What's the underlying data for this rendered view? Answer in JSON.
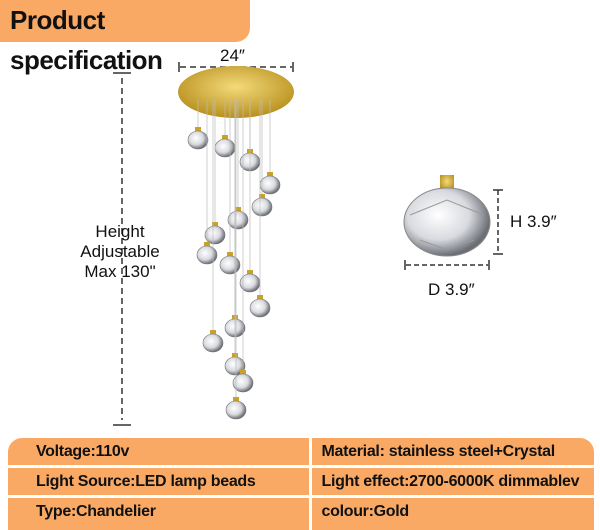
{
  "title": "Product specification",
  "dimensions": {
    "width": "24″",
    "height_line1": "Height",
    "height_line2": "Adjustable",
    "height_line3": "Max 130\"",
    "pendant_height": "H 3.9″",
    "pendant_diameter": "D 3.9″"
  },
  "colors": {
    "accent": "#F9A964",
    "gold": "#C9A227"
  },
  "specs": [
    {
      "left": "Voltage:110v",
      "right": "Material: stainless steel+Crystal"
    },
    {
      "left": "Light Source:LED lamp beads",
      "right": "Light effect:2700-6000K dimmablev"
    },
    {
      "left": "Type:Chandelier",
      "right": "colour:Gold"
    }
  ]
}
